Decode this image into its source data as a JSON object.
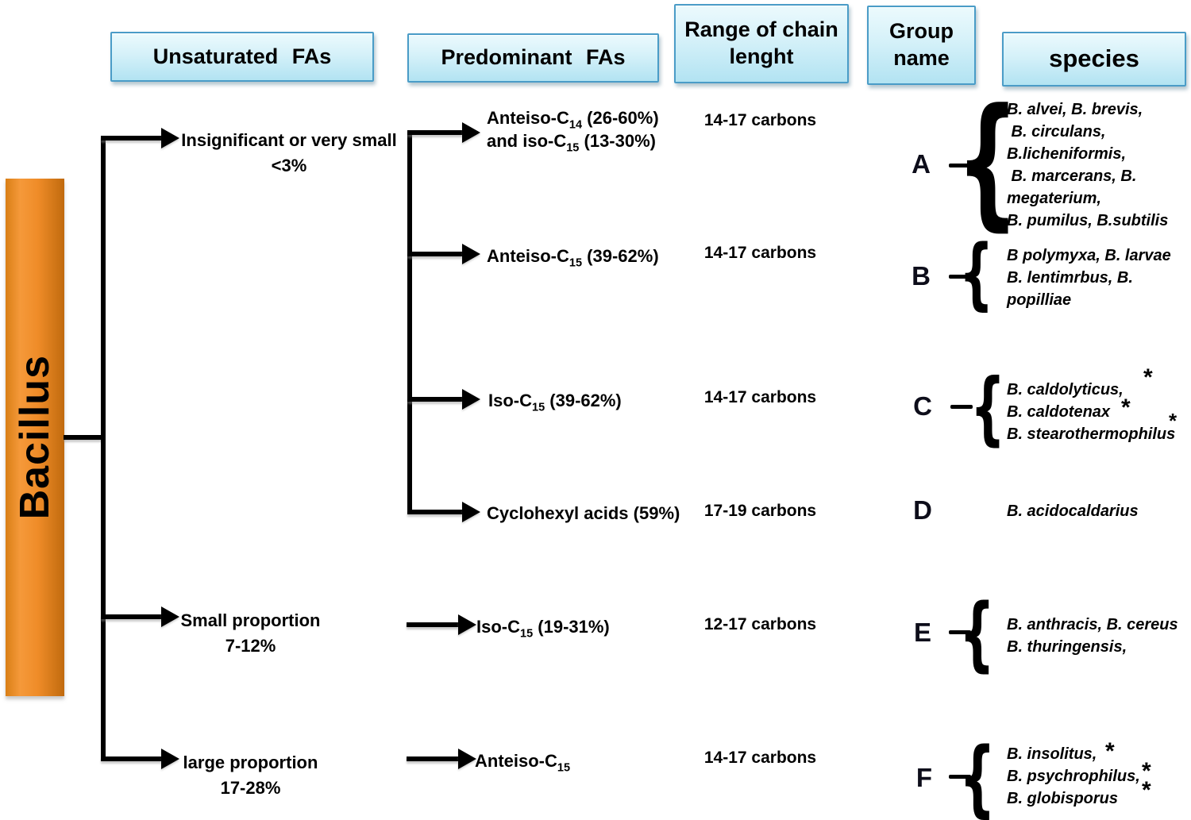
{
  "root_node": {
    "label": "Bacillus"
  },
  "headers": {
    "unsaturated": "Unsaturated FAs",
    "predominant": "Predominant FAs",
    "chain_length": "Range of chain lenght",
    "group_name": "Group name",
    "species": "species"
  },
  "unsaturated_levels": [
    {
      "label": "Insignificant or very small",
      "value": "<3%"
    },
    {
      "label": "Small proportion",
      "value": "7-12%"
    },
    {
      "label": "large proportion",
      "value": "17-28%"
    }
  ],
  "predominant_fas": [
    {
      "line1": {
        "pre": "Anteiso-C",
        "sub": "14",
        "post": " (26-60%)"
      },
      "line2": {
        "pre": "and iso-C",
        "sub": "15",
        "post": " (13-30%)"
      }
    },
    {
      "line1": {
        "pre": "Anteiso-C",
        "sub": "15",
        "post": " (39-62%)"
      }
    },
    {
      "line1": {
        "pre": "Iso-C",
        "sub": "15",
        "post": " (39-62%)"
      }
    },
    {
      "line1": {
        "pre": "Cyclohexyl acids (59%)",
        "sub": "",
        "post": ""
      }
    },
    {
      "line1": {
        "pre": "Iso-C",
        "sub": "15",
        "post": " (19-31%)"
      }
    },
    {
      "line1": {
        "pre": "Anteiso-C",
        "sub": "15",
        "post": ""
      }
    }
  ],
  "chain_lengths": [
    "14-17 carbons",
    "14-17 carbons",
    "14-17 carbons",
    "17-19 carbons",
    "12-17 carbons",
    "14-17 carbons"
  ],
  "groups": [
    {
      "letter": "A",
      "species": [
        "B. alvei, B. brevis,",
        " B. circulans,",
        "B.licheniformis,",
        " B. marcerans, B.",
        "megaterium,",
        "B. pumilus, B.subtilis"
      ]
    },
    {
      "letter": "B",
      "species": [
        "B polymyxa, B. larvae",
        "B. lentimrbus, B.",
        "popilliae"
      ]
    },
    {
      "letter": "C",
      "species": [
        "B. caldolyticus,",
        "B. caldotenax",
        "B. stearothermophilus"
      ]
    },
    {
      "letter": "D",
      "species": [
        "B. acidocaldarius"
      ]
    },
    {
      "letter": "E",
      "species": [
        "B. anthracis, B. cereus",
        "B. thuringensis,"
      ]
    },
    {
      "letter": "F",
      "species": [
        "B. insolitus,",
        "B. psychrophilus,",
        "B. globisporus"
      ]
    }
  ],
  "star": "*",
  "brace_char": "{",
  "colors": {
    "bar_orange": "#ef8c28",
    "bar_orange_dark": "#c06a0e",
    "header_fill_top": "#ecfafd",
    "header_fill_bottom": "#b2e3f2",
    "header_border": "#4a9cc7",
    "line": "#000000",
    "text": "#000000"
  }
}
